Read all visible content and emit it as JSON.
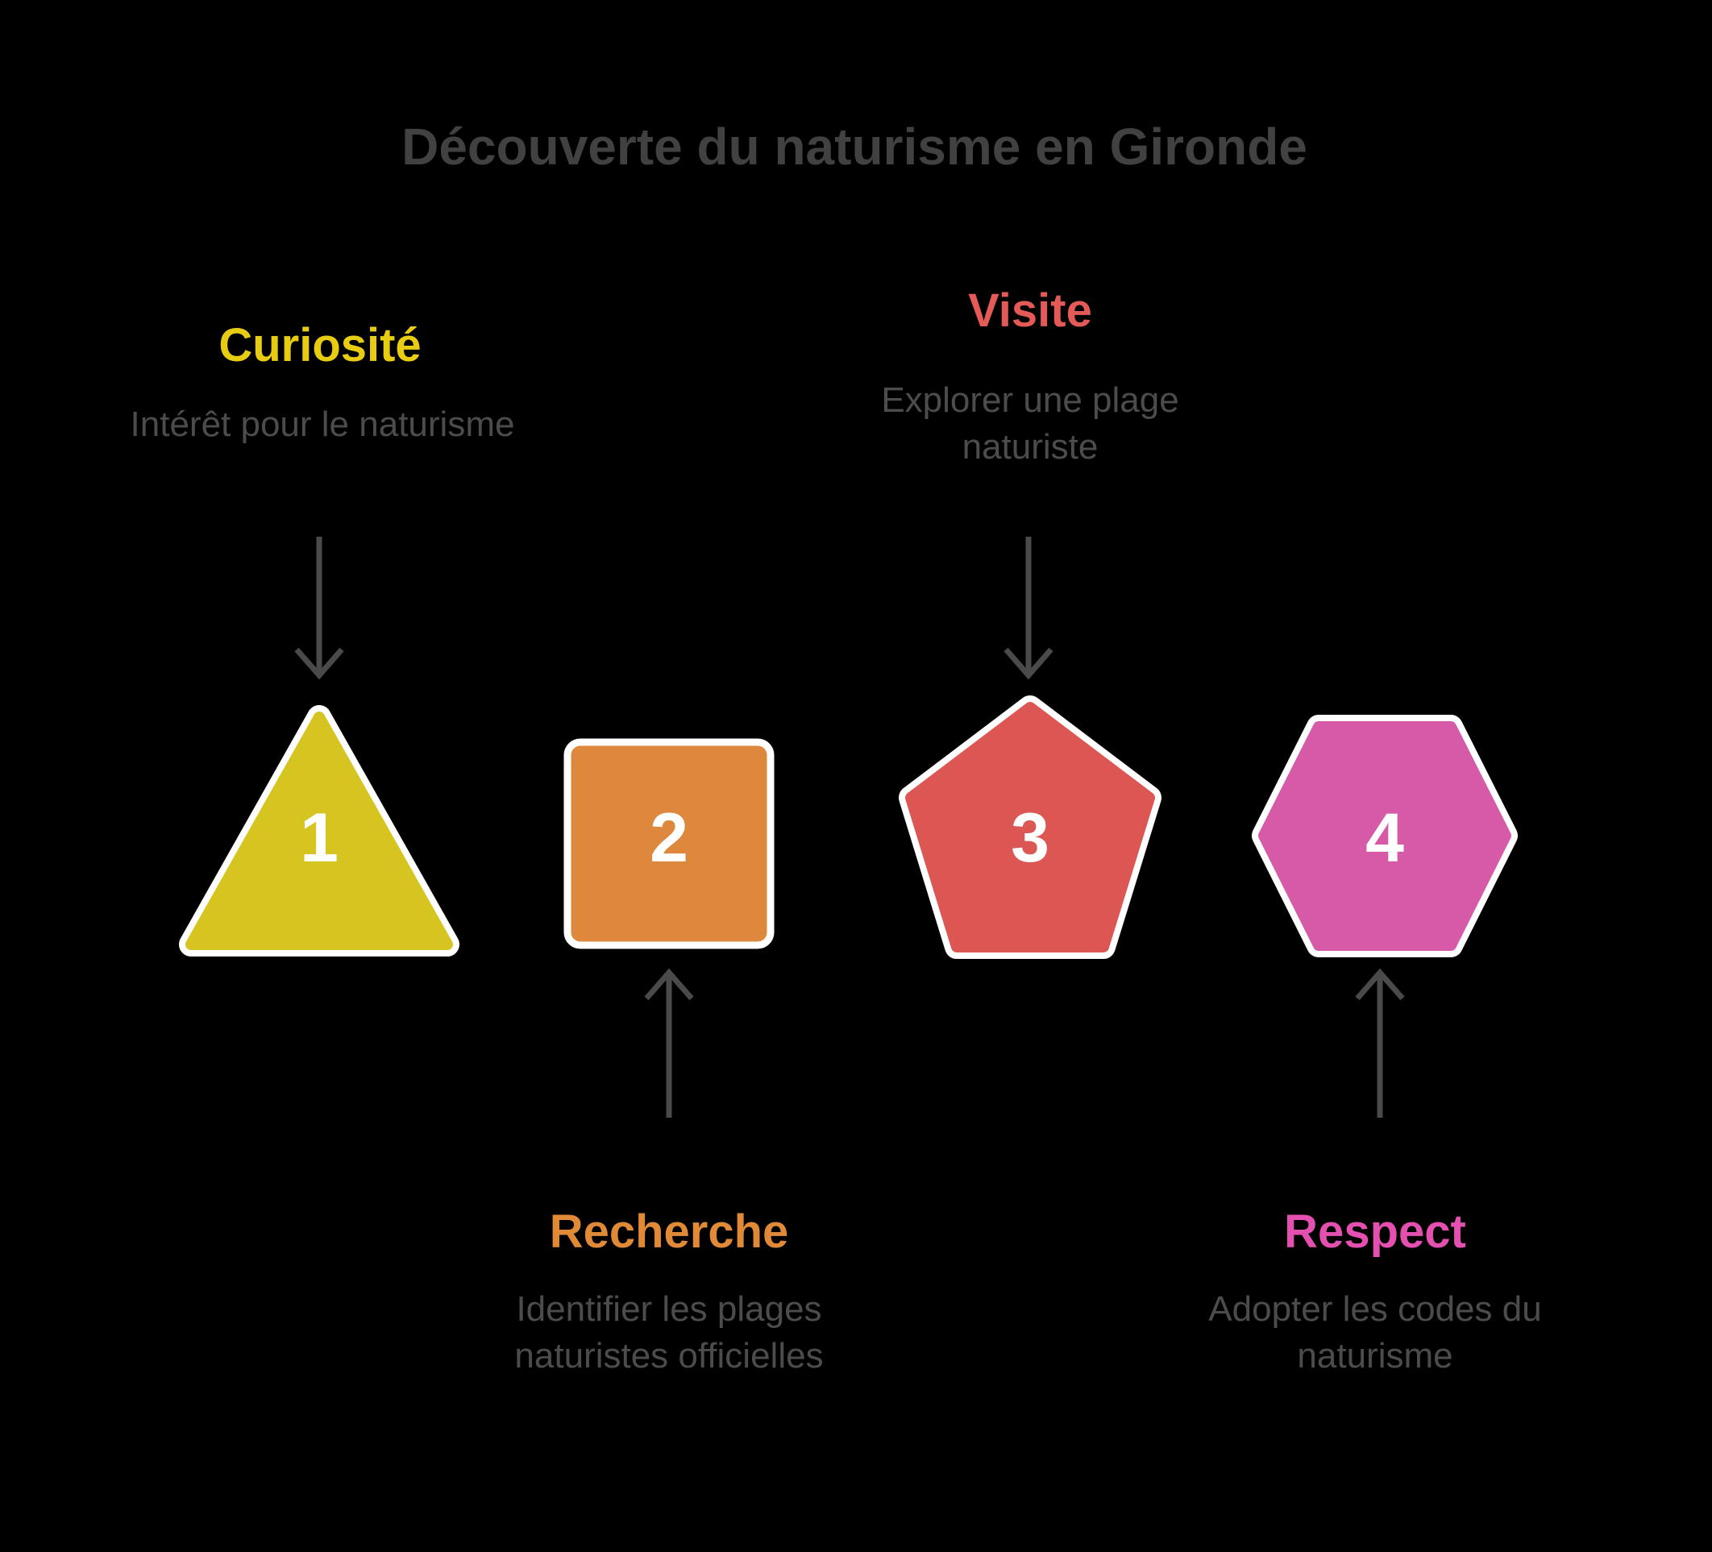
{
  "title": "Découverte du naturisme en Gironde",
  "colors": {
    "background": "#000000",
    "title": "#414141",
    "description": "#4c4c4c",
    "arrow": "#4a4a4a",
    "shape_border": "#ffffff",
    "number": "#ffffff"
  },
  "steps": [
    {
      "number": "1",
      "label": "Curiosité",
      "description": "Intérêt pour le naturisme",
      "shape": "triangle",
      "label_color": "#e8cc12",
      "shape_color": "#d6c420"
    },
    {
      "number": "2",
      "label": "Recherche",
      "description": "Identifier les plages naturistes officielles",
      "shape": "square",
      "label_color": "#e08a38",
      "shape_color": "#dd883c"
    },
    {
      "number": "3",
      "label": "Visite",
      "description": "Explorer une plage naturiste",
      "shape": "pentagon",
      "label_color": "#e45a57",
      "shape_color": "#dc5653"
    },
    {
      "number": "4",
      "label": "Respect",
      "description": "Adopter les codes du naturisme",
      "shape": "hexagon",
      "label_color": "#e350b0",
      "shape_color": "#d75aa9"
    }
  ]
}
